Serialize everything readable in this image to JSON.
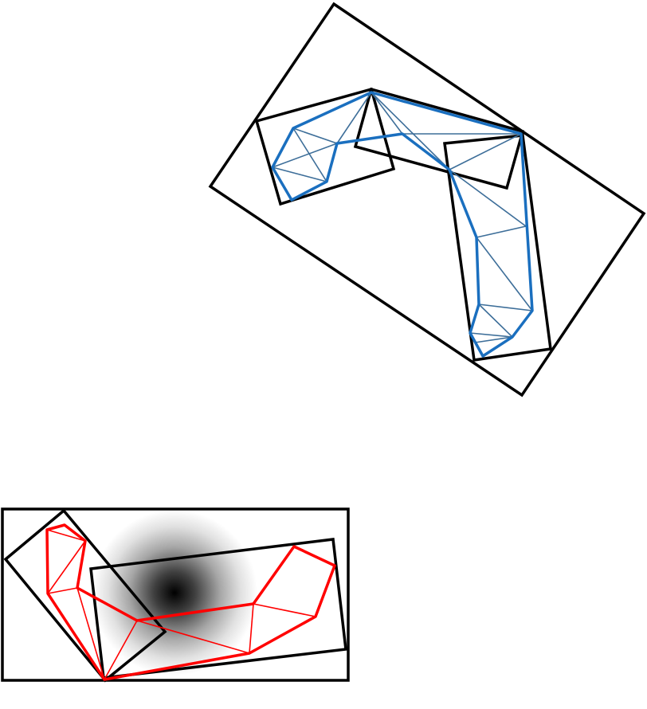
{
  "figure": {
    "colors": {
      "background": "#ffffff",
      "bounding_box": "#000000",
      "top_mesh_outline": "#1a6fbf",
      "top_mesh_triangles": "#3d6e99",
      "bottom_mesh_outline": "#ff0000",
      "bottom_mesh_triangles": "#ff0000",
      "blob_center": "#000000"
    },
    "top_diagram": {
      "bounding_boxes": 4,
      "mesh_color": "blue"
    },
    "bottom_diagram": {
      "bounding_boxes": 3,
      "mesh_color": "red",
      "has_gaussian_blob": true
    }
  }
}
